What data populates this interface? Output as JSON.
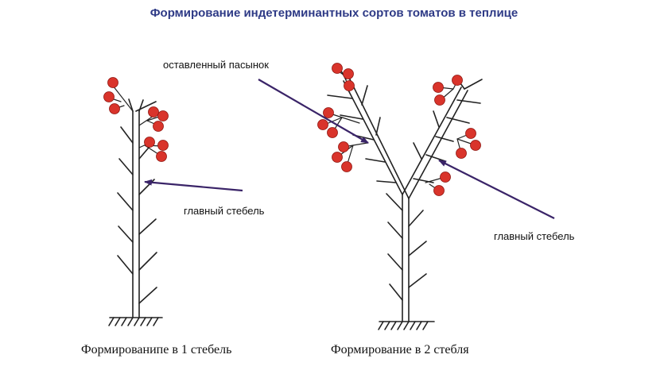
{
  "title": "Формирование индетерминантных сортов томатов в теплице",
  "labels": {
    "main_stem_left": "главный стебель",
    "kept_side_shoot": "оставленный пасынок",
    "main_stem_right": "главный стебель"
  },
  "captions": {
    "one_stem": "Формированипе в 1 стебель",
    "two_stems": "Формирование в 2 стебля"
  },
  "colors": {
    "title": "#2e3a86",
    "arrow": "#3a2468",
    "fruit": "#d9342b",
    "fruit_outline": "#8e1510",
    "line": "#222222"
  }
}
